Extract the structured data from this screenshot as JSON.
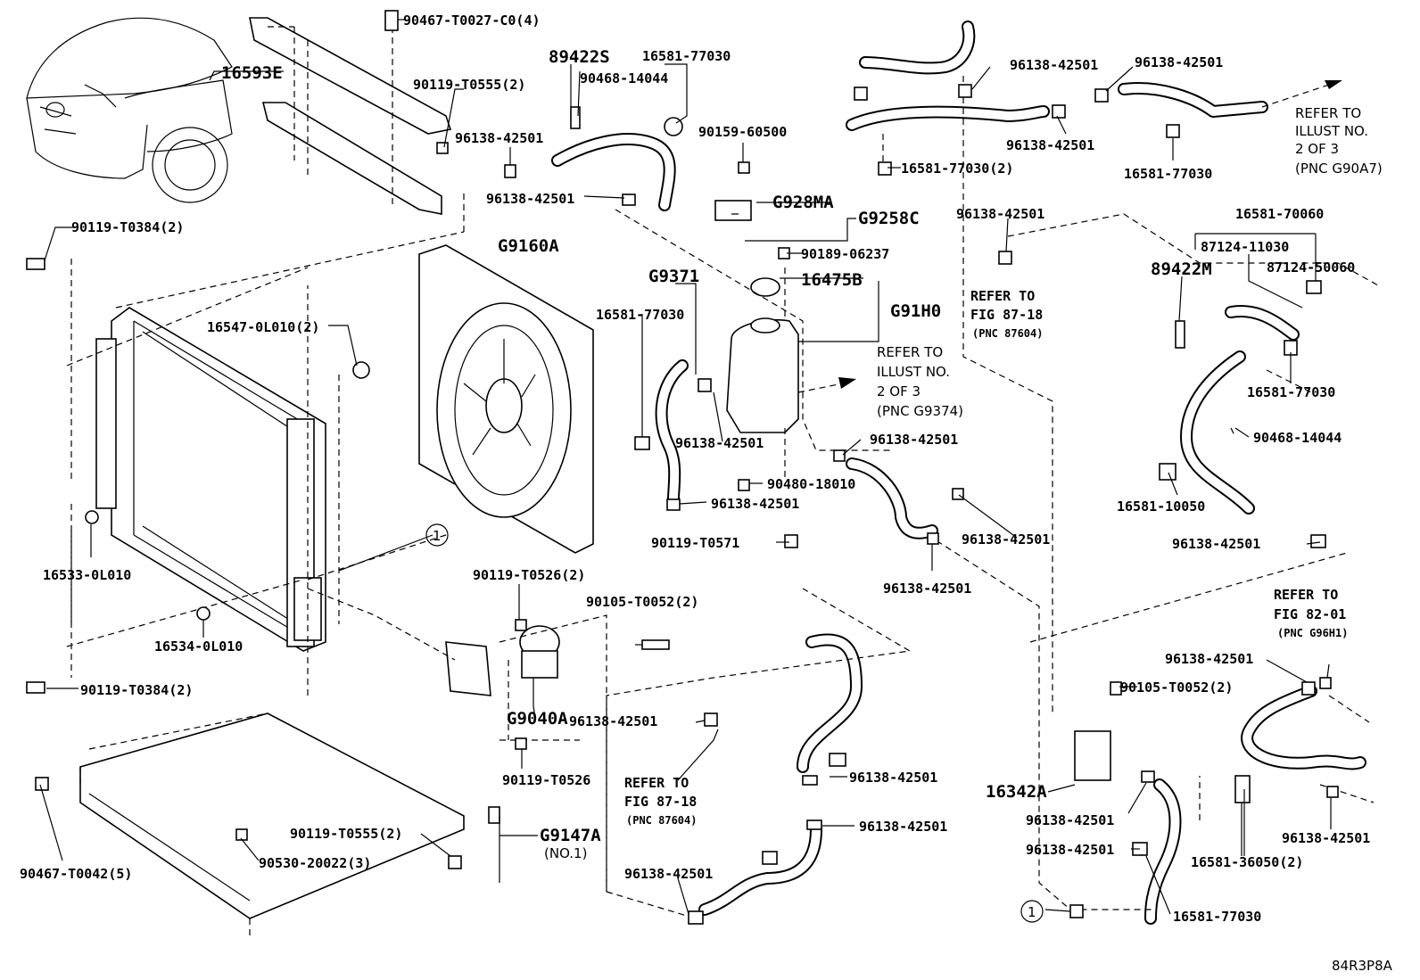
{
  "labels": {
    "p90467_T0027": "90467-T0027-C0(4)",
    "p16593E": "16593E",
    "p90119_T0555_top": "90119-T0555(2)",
    "p89422S": "89422S",
    "p16581_77030_a": "16581-77030",
    "p90468_14044_a": "90468-14044",
    "p96138_a": "96138-42501",
    "p96138_b": "96138-42501",
    "p90159_60500": "90159-60500",
    "p96138_c": "96138-42501",
    "p96138_d": "96138-42501",
    "p96138_e": "96138-42501",
    "p16581_77030_2a": "16581-77030(2)",
    "p16581_77030_b": "16581-77030",
    "p90119_T0384_top": "90119-T0384(2)",
    "pG9160A": "G9160A",
    "pG928MA": "G928MA",
    "pG9258C": "G9258C",
    "p90189_06237": "90189-06237",
    "p96138_f": "96138-42501",
    "p16581_70060": "16581-70060",
    "p87124_11030": "87124-11030",
    "p87124_50060": "87124-50060",
    "p89422M": "89422M",
    "pG9371": "G9371",
    "p16475B": "16475B",
    "p16547": "16547-0L010(2)",
    "p16581_77030_c": "16581-77030",
    "pG91H0": "G91H0",
    "p16581_77030_d": "16581-77030",
    "p90468_14044_b": "90468-14044",
    "p96138_g": "96138-42501",
    "p96138_h": "96138-42501",
    "p90480_18010": "90480-18010",
    "p96138_i": "96138-42501",
    "p16581_10050": "16581-10050",
    "p90119_T0571": "90119-T0571",
    "p96138_j": "96138-42501",
    "p96138_k": "96138-42501",
    "p96138_l": "96138-42501",
    "p16533": "16533-0L010",
    "p90119_T0526_2": "90119-T0526(2)",
    "p90105_T0052_a": "90105-T0052(2)",
    "p16534": "16534-0L010",
    "p90119_T0384_bot": "90119-T0384(2)",
    "p96138_m": "96138-42501",
    "p90105_T0052_b": "90105-T0052(2)",
    "pG9040A": "G9040A",
    "p96138_n": "96138-42501",
    "p90119_T0526": "90119-T0526",
    "p96138_o": "96138-42501",
    "p16342A": "16342A",
    "p96138_p": "96138-42501",
    "pG9147A": "G9147A",
    "pNO1": "(NO.1)",
    "p96138_q": "96138-42501",
    "p90119_T0555_bot": "90119-T0555(2)",
    "p96138_r": "96138-42501",
    "p96138_s": "96138-42501",
    "p16581_36050": "16581-36050(2)",
    "p90467_T0042": "90467-T0042(5)",
    "p90530_20022": "90530-20022(3)",
    "p96138_t": "96138-42501",
    "p16581_77030_e": "16581-77030",
    "circle1a": "1",
    "circle1b": "1",
    "diagram_code": "84R3P8A"
  },
  "notes": {
    "ref_90A7": [
      "REFER TO",
      "ILLUST NO.",
      "2 OF 3",
      "(PNC G90A7)"
    ],
    "ref_87604_top": [
      "REFER TO",
      "FIG 87-18",
      "(PNC 87604)"
    ],
    "ref_G9374": [
      "REFER TO",
      "ILLUST NO.",
      "2 OF 3",
      "(PNC G9374)"
    ],
    "ref_G96H1": [
      "REFER TO",
      "FIG 82-01",
      "(PNC G96H1)"
    ],
    "ref_87604_bot": [
      "REFER TO",
      "FIG 87-18",
      "(PNC 87604)"
    ]
  }
}
